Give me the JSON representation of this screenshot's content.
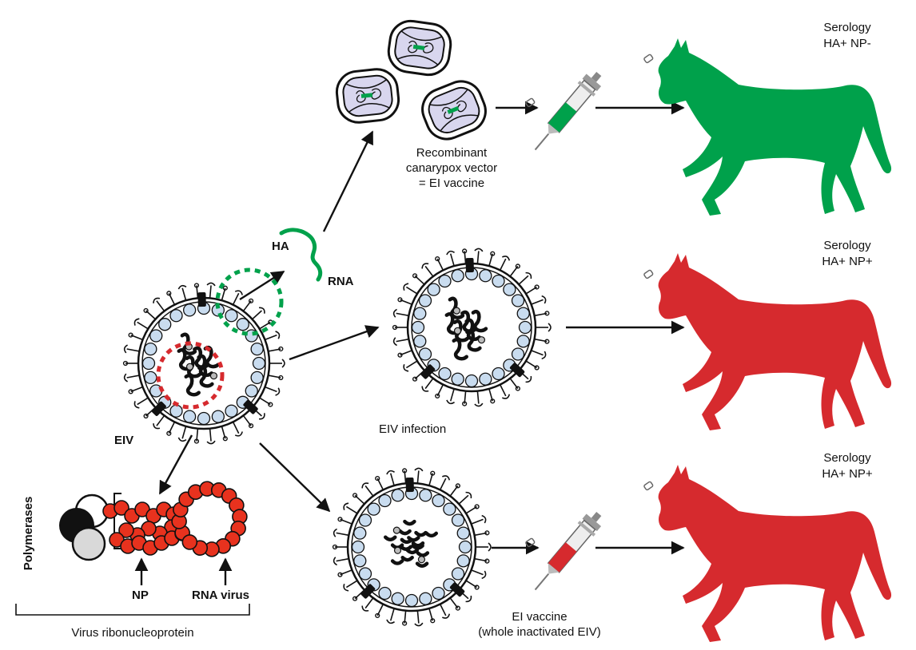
{
  "colors": {
    "green": "#00a14b",
    "red": "#d62a2e",
    "particle_fill": "#c9dcef",
    "rnp_red": "#e8321e",
    "ink": "#111111"
  },
  "labels": {
    "serology_green": "Serology",
    "serology_green_result": "HA+ NP-",
    "serology_mid": "Serology",
    "serology_mid_result": "HA+ NP+",
    "serology_bottom": "Serology",
    "serology_bottom_result": "HA+ NP+",
    "ha": "HA",
    "rna": "RNA",
    "recombinant_line1": "Recombinant",
    "recombinant_line2": "canarypox vector",
    "recombinant_line3": "= EI vaccine",
    "eiv": "EIV",
    "eiv_infection": "EIV infection",
    "polymerases": "Polymerases",
    "np": "NP",
    "rna_virus": "RNA virus",
    "virus_rnp": "Virus ribonucleoprotein",
    "ei_vaccine_line1": "EI vaccine",
    "ei_vaccine_line2": "(whole inactivated EIV)"
  },
  "icons": [
    "canarypox-icon",
    "syringe-icon",
    "horse-icon",
    "virus-particle-icon",
    "ribonucleoprotein-icon"
  ]
}
